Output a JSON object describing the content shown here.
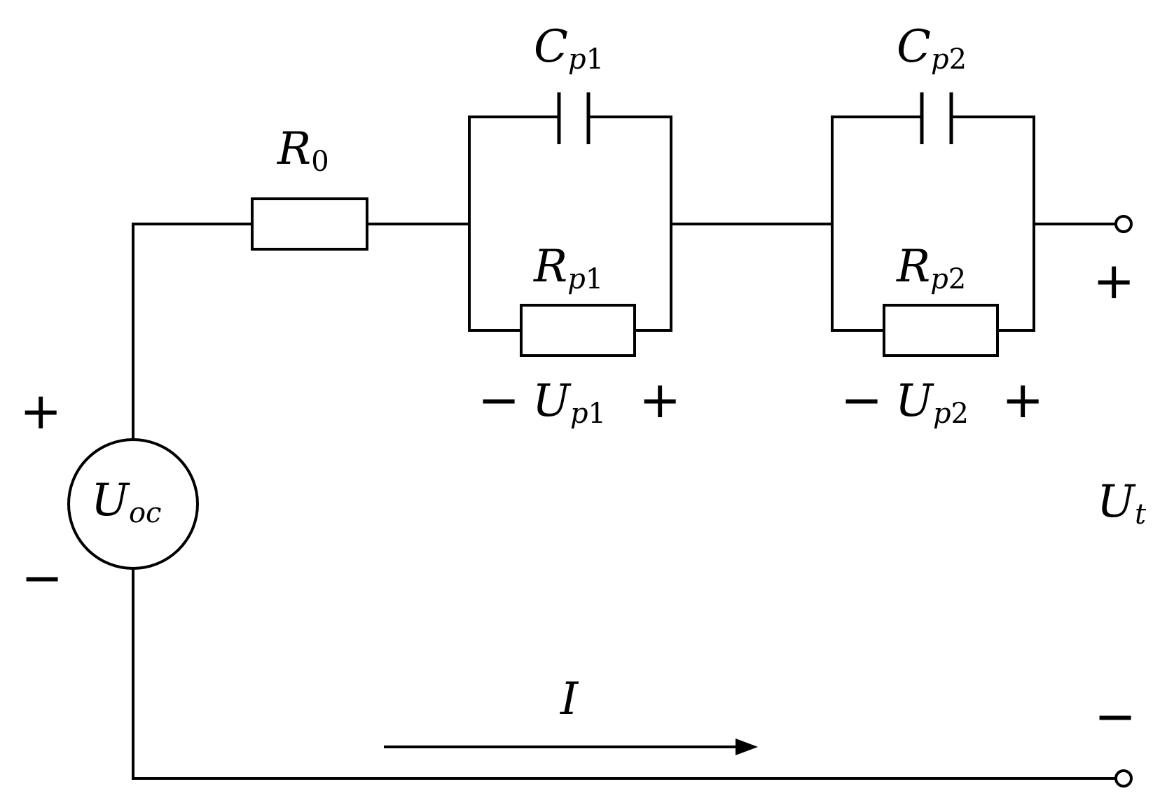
{
  "labels": {
    "r0": {
      "main": "R",
      "sub": "0"
    },
    "cp1": {
      "main": "C",
      "sub": "p",
      "num": "1"
    },
    "cp2": {
      "main": "C",
      "sub": "p",
      "num": "2"
    },
    "rp1": {
      "main": "R",
      "sub": "p",
      "num": "1"
    },
    "rp2": {
      "main": "R",
      "sub": "p",
      "num": "2"
    },
    "up1": {
      "main": "U",
      "sub": "p",
      "num": "1"
    },
    "up2": {
      "main": "U",
      "sub": "p",
      "num": "2"
    },
    "uoc": {
      "main": "U",
      "sub": "oc"
    },
    "ut": {
      "main": "U",
      "sub": "t"
    },
    "current": "I"
  },
  "signs": {
    "plus": "+",
    "minus": "−"
  }
}
